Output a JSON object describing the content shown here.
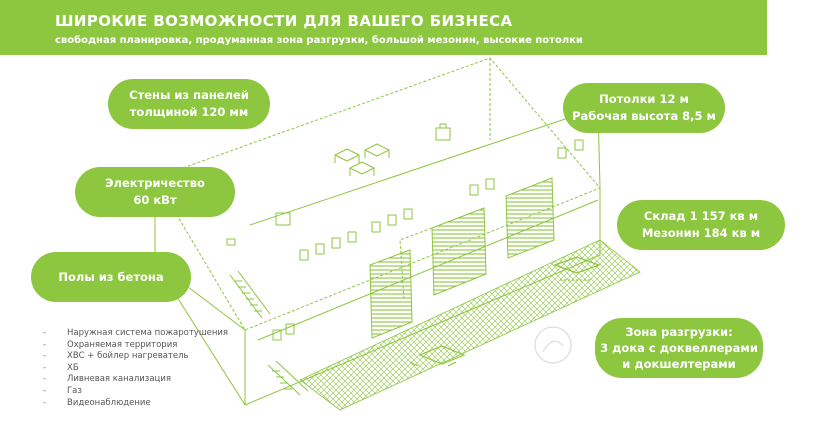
{
  "banner": {
    "title": "ШИРОКИЕ ВОЗМОЖНОСТИ ДЛЯ ВАШЕГО БИЗНЕСА",
    "subtitle": "свободная планировка, продуманная зона разгрузки, большой мезонин, высокие потолки"
  },
  "callouts": {
    "walls": {
      "line1": "Стены из панелей",
      "line2": "толщиной 120 мм"
    },
    "ceilings": {
      "line1": "Потолки 12 м",
      "line2": "Рабочая высота 8,5 м"
    },
    "electricity": {
      "line1": "Электричество",
      "line2": "60 кВт"
    },
    "warehouse": {
      "line1": "Склад 1 157 кв м",
      "line2": "Мезонин 184 кв м"
    },
    "floors": {
      "line1": "Полы из бетона"
    },
    "unloading": {
      "line1": "Зона разгрузки:",
      "line2": "3 дока с доквеллерами",
      "line3": "и докшелтерами"
    }
  },
  "features": [
    "Наружная система пожаротушения",
    "Охраняемая территория",
    "ХВС + бойлер нагреватель",
    "ХБ",
    "Ливневая канализация",
    "Газ",
    "Видеонаблюдение"
  ],
  "colors": {
    "accent": "#8dc63f",
    "line": "#8dc63f",
    "text_on_accent": "#ffffff",
    "list_text": "#555555"
  },
  "icons": {
    "building": "isometric-warehouse-illustration",
    "watermark": "circle-logo-watermark"
  }
}
